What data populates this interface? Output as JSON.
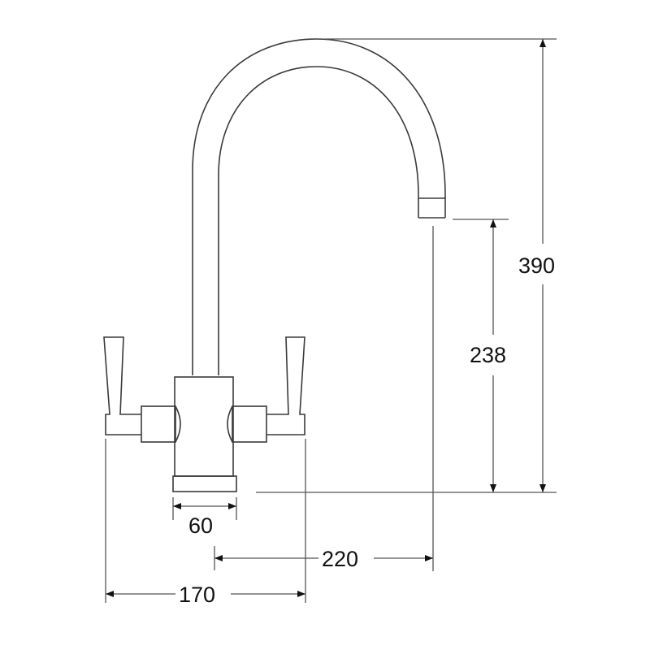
{
  "diagram": {
    "subject": "Dual-lever swan-neck kitchen mixer tap",
    "units": "mm",
    "dimensions": {
      "overall_height": "390",
      "spout_outlet_height": "238",
      "base_width": "60",
      "spout_reach": "220",
      "handle_span": "170"
    },
    "colors": {
      "line": "#3a3a3a",
      "dimension": "#555555",
      "text": "#111111",
      "background": "#ffffff"
    }
  }
}
